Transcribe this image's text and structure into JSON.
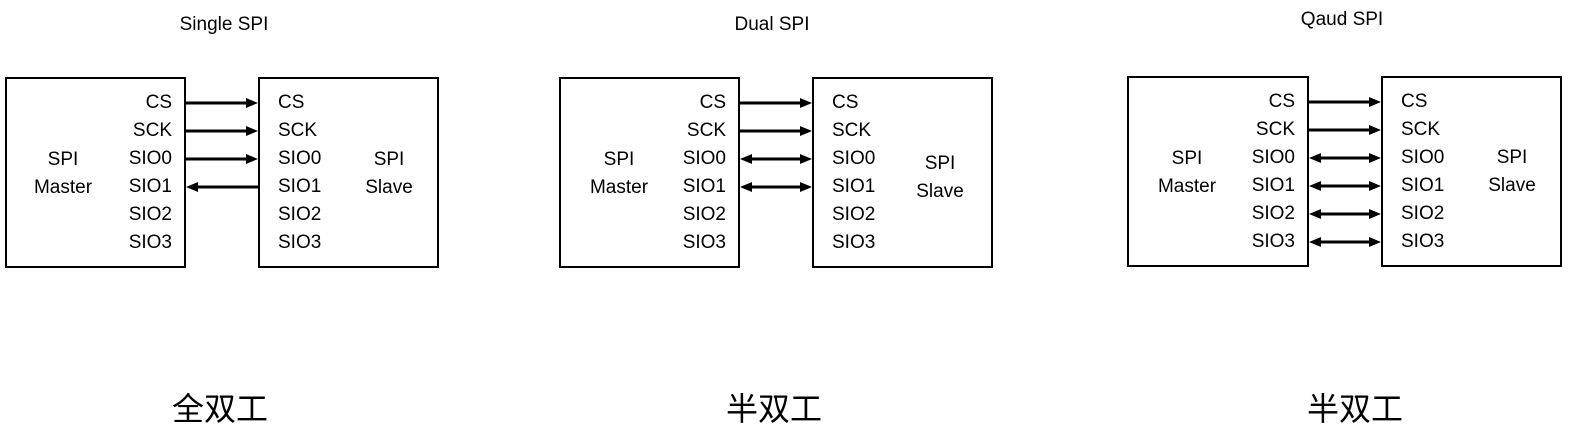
{
  "diagrams": [
    {
      "title": "Single SPI",
      "caption": "全双工",
      "master": {
        "line1": "SPI",
        "line2": "Master"
      },
      "slave": {
        "line1": "SPI",
        "line2": "Slave"
      },
      "pins": [
        "CS",
        "SCK",
        "SIO0",
        "SIO1",
        "SIO2",
        "SIO3"
      ],
      "arrows": [
        "right",
        "right",
        "right",
        "left",
        null,
        null
      ]
    },
    {
      "title": "Dual SPI",
      "caption": "半双工",
      "master": {
        "line1": "SPI",
        "line2": "Master"
      },
      "slave": {
        "line1": "SPI",
        "line2": "Slave"
      },
      "pins": [
        "CS",
        "SCK",
        "SIO0",
        "SIO1",
        "SIO2",
        "SIO3"
      ],
      "arrows": [
        "right",
        "right",
        "both",
        "both",
        null,
        null
      ]
    },
    {
      "title": "Qaud SPI",
      "caption": "半双工",
      "master": {
        "line1": "SPI",
        "line2": "Master"
      },
      "slave": {
        "line1": "SPI",
        "line2": "Slave"
      },
      "pins": [
        "CS",
        "SCK",
        "SIO0",
        "SIO1",
        "SIO2",
        "SIO3"
      ],
      "arrows": [
        "right",
        "right",
        "both",
        "both",
        "both",
        "both"
      ]
    }
  ]
}
